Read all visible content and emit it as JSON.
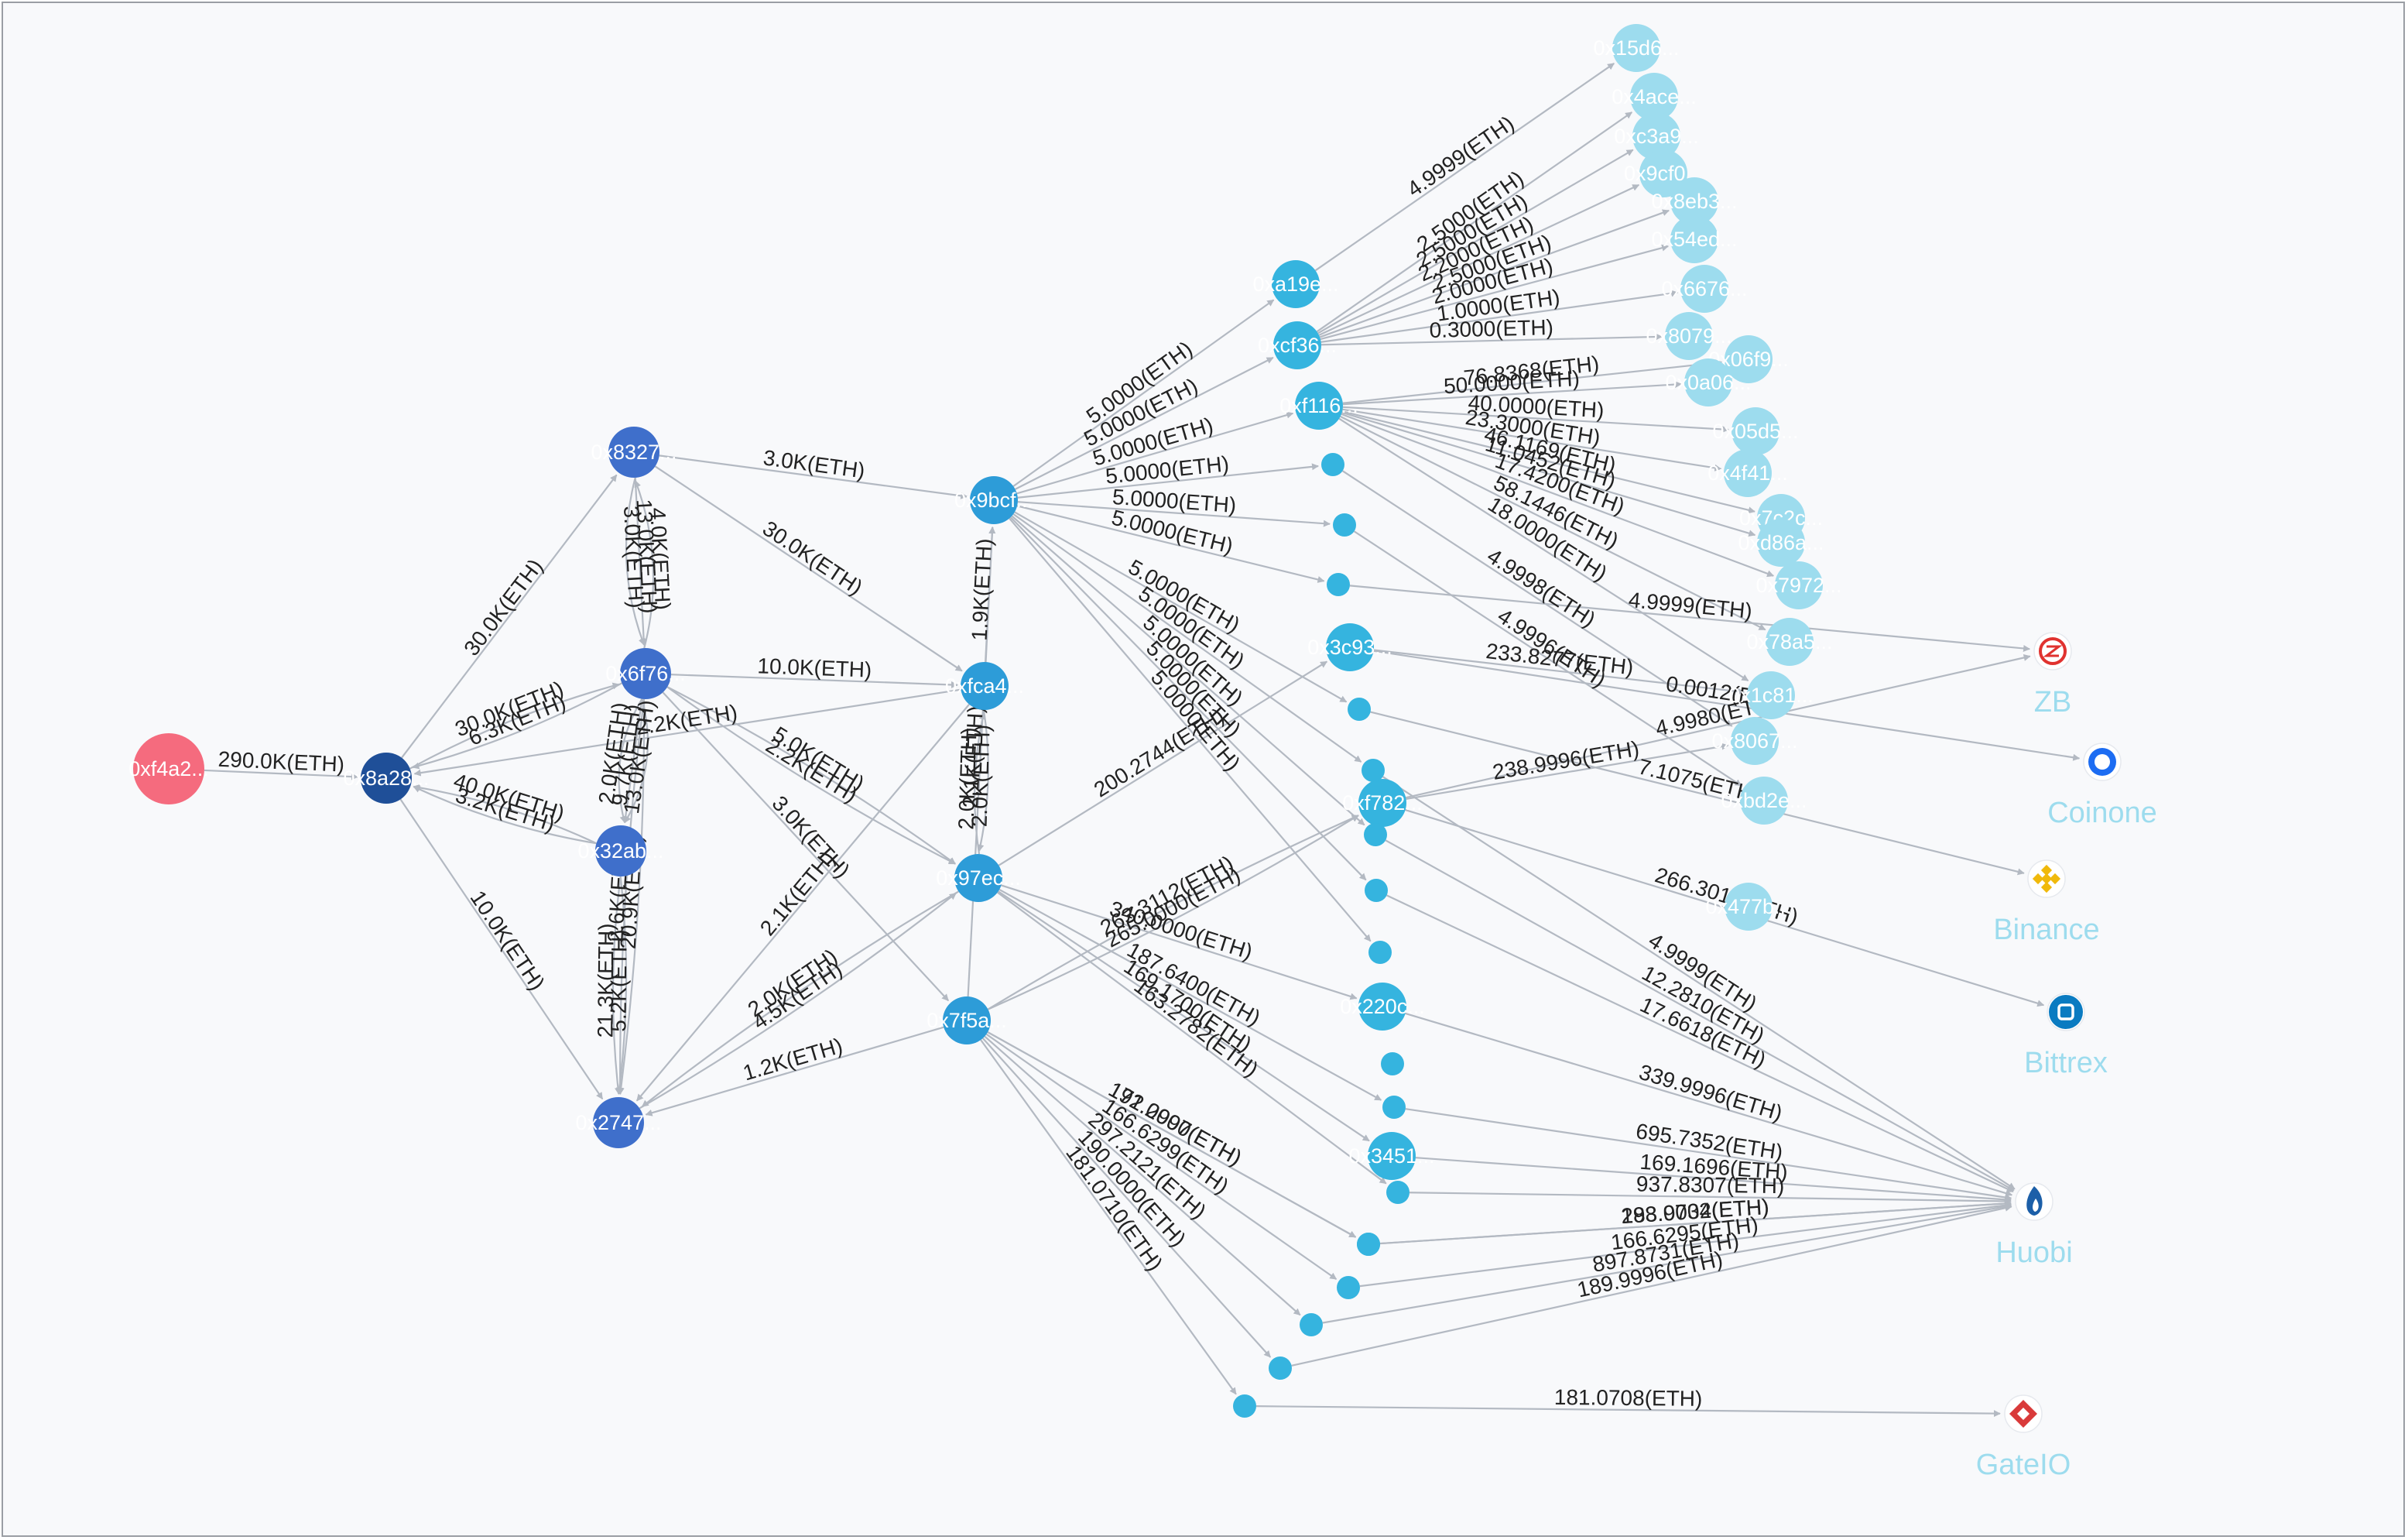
{
  "colors": {
    "source": "#f56b7e",
    "hub": "#1f4f98",
    "l1": "#3f6fcb",
    "l2": "#2d9cd8",
    "l3": "#35b4df",
    "leaf": "#9ddcee",
    "exchange_label": "#9ddcee",
    "edge": "#b3b9c2"
  },
  "nodes": [
    {
      "id": "src",
      "label": "0xf4a2...",
      "kind": "source"
    },
    {
      "id": "hub",
      "label": "0x8a28...",
      "kind": "hub"
    },
    {
      "id": "n8327",
      "label": "0x8327...",
      "kind": "l1"
    },
    {
      "id": "n6f76",
      "label": "0x6f76...",
      "kind": "l1"
    },
    {
      "id": "n32ab",
      "label": "0x32ab...",
      "kind": "l1"
    },
    {
      "id": "n2747",
      "label": "0x2747...",
      "kind": "l1"
    },
    {
      "id": "n9bcf",
      "label": "0x9bcf...",
      "kind": "l2"
    },
    {
      "id": "nfca4",
      "label": "0xfca4...",
      "kind": "l2"
    },
    {
      "id": "n97ec",
      "label": "0x97ec...",
      "kind": "l2"
    },
    {
      "id": "n7f5a",
      "label": "0x7f5a...",
      "kind": "l2"
    },
    {
      "id": "na19e",
      "label": "0xa19e...",
      "kind": "l3"
    },
    {
      "id": "ncf36",
      "label": "0xcf36...",
      "kind": "l3"
    },
    {
      "id": "nf116",
      "label": "0xf116...",
      "kind": "l3"
    },
    {
      "id": "n3c93",
      "label": "0x3c93...",
      "kind": "l3"
    },
    {
      "id": "nf782",
      "label": "0xf782...",
      "kind": "l3"
    },
    {
      "id": "n220c",
      "label": "0x220c...",
      "kind": "l3"
    },
    {
      "id": "n3451",
      "label": "0x3451...",
      "kind": "l3"
    },
    {
      "id": "l15d6",
      "label": "0x15d6...",
      "kind": "leaf"
    },
    {
      "id": "l4ace",
      "label": "0x4ace...",
      "kind": "leaf"
    },
    {
      "id": "lc3a9",
      "label": "0xc3a9...",
      "kind": "leaf"
    },
    {
      "id": "l9cf0",
      "label": "0x9cf0...",
      "kind": "leaf"
    },
    {
      "id": "l8eb3",
      "label": "0x8eb3...",
      "kind": "leaf"
    },
    {
      "id": "l54ed",
      "label": "0x54ed...",
      "kind": "leaf"
    },
    {
      "id": "l6676",
      "label": "0x6676...",
      "kind": "leaf"
    },
    {
      "id": "l8079",
      "label": "0x8079...",
      "kind": "leaf"
    },
    {
      "id": "l06f9",
      "label": "0x06f9...",
      "kind": "leaf"
    },
    {
      "id": "l0a06",
      "label": "0x0a06...",
      "kind": "leaf"
    },
    {
      "id": "l05d5",
      "label": "0x05d5...",
      "kind": "leaf"
    },
    {
      "id": "l4f41",
      "label": "0x4f41...",
      "kind": "leaf"
    },
    {
      "id": "l7c2c",
      "label": "0x7c2c...",
      "kind": "leaf"
    },
    {
      "id": "ld86a",
      "label": "0xd86a...",
      "kind": "leaf"
    },
    {
      "id": "l7972",
      "label": "0x7972...",
      "kind": "leaf"
    },
    {
      "id": "l78a5",
      "label": "0x78a5...",
      "kind": "leaf"
    },
    {
      "id": "l1c81",
      "label": "0x1c81...",
      "kind": "leaf"
    },
    {
      "id": "l8067",
      "label": "0x8067...",
      "kind": "leaf"
    },
    {
      "id": "lbd2e",
      "label": "0xbd2e...",
      "kind": "leaf"
    },
    {
      "id": "l477b",
      "label": "0x477b...",
      "kind": "leaf"
    },
    {
      "id": "d1",
      "label": "",
      "kind": "dot"
    },
    {
      "id": "d2",
      "label": "",
      "kind": "dot"
    },
    {
      "id": "d3",
      "label": "",
      "kind": "dot"
    },
    {
      "id": "d4",
      "label": "",
      "kind": "dot"
    },
    {
      "id": "d5",
      "label": "",
      "kind": "dot"
    },
    {
      "id": "d6",
      "label": "",
      "kind": "dot"
    },
    {
      "id": "d7",
      "label": "",
      "kind": "dot"
    },
    {
      "id": "d8",
      "label": "",
      "kind": "dot"
    },
    {
      "id": "d9",
      "label": "",
      "kind": "dot"
    },
    {
      "id": "d10",
      "label": "",
      "kind": "dot"
    },
    {
      "id": "d11",
      "label": "",
      "kind": "dot"
    },
    {
      "id": "d12",
      "label": "",
      "kind": "dot"
    },
    {
      "id": "d13",
      "label": "",
      "kind": "dot"
    },
    {
      "id": "d14",
      "label": "",
      "kind": "dot"
    },
    {
      "id": "d15",
      "label": "",
      "kind": "dot"
    },
    {
      "id": "d16",
      "label": "",
      "kind": "dot"
    },
    {
      "id": "d17",
      "label": "",
      "kind": "dot"
    },
    {
      "id": "ZB",
      "label": "ZB",
      "kind": "exchange",
      "icon": "zb-logo-icon",
      "icon_color": "#e0322f"
    },
    {
      "id": "Coinone",
      "label": "Coinone",
      "kind": "exchange",
      "icon": "coinone-logo-icon",
      "icon_color": "#1c6cf2"
    },
    {
      "id": "Binance",
      "label": "Binance",
      "kind": "exchange",
      "icon": "binance-logo-icon",
      "icon_color": "#f0b90b"
    },
    {
      "id": "Bittrex",
      "label": "Bittrex",
      "kind": "exchange",
      "icon": "bittrex-logo-icon",
      "icon_color": "#0a7bc1"
    },
    {
      "id": "Huobi",
      "label": "Huobi",
      "kind": "exchange",
      "icon": "huobi-logo-icon",
      "icon_color": "#1c5fa8"
    },
    {
      "id": "GateIO",
      "label": "GateIO",
      "kind": "exchange",
      "icon": "gateio-logo-icon",
      "icon_color": "#d93a3a"
    }
  ],
  "edges": [
    {
      "from": "src",
      "to": "hub",
      "label": "290.0K(ETH)"
    },
    {
      "from": "hub",
      "to": "n8327",
      "label": "30.0K(ETH)"
    },
    {
      "from": "hub",
      "to": "n6f76",
      "label": "30.0K(ETH)"
    },
    {
      "from": "n6f76",
      "to": "hub",
      "label": "6.3K(ETH)"
    },
    {
      "from": "n32ab",
      "to": "hub",
      "label": "40.0K(ETH)"
    },
    {
      "from": "n32ab",
      "to": "hub",
      "label": "3.2K(ETH)"
    },
    {
      "from": "hub",
      "to": "n2747",
      "label": "10.0K(ETH)"
    },
    {
      "from": "n8327",
      "to": "n9bcf",
      "label": "3.0K(ETH)"
    },
    {
      "from": "n8327",
      "to": "nfca4",
      "label": "30.0K(ETH)"
    },
    {
      "from": "n8327",
      "to": "n6f76",
      "label": "3.0K(ETH)"
    },
    {
      "from": "n8327",
      "to": "n6f76",
      "label": "13.0K(ETH)"
    },
    {
      "from": "n6f76",
      "to": "n8327",
      "label": "4.0K(ETH)"
    },
    {
      "from": "n6f76",
      "to": "nfca4",
      "label": "10.0K(ETH)"
    },
    {
      "from": "n6f76",
      "to": "n97ec",
      "label": "5.0K(ETH)"
    },
    {
      "from": "nfca4",
      "to": "hub",
      "label": "2.2K(ETH)"
    },
    {
      "from": "n6f76",
      "to": "n32ab",
      "label": "2.0K(ETH)"
    },
    {
      "from": "n6f76",
      "to": "n32ab",
      "label": "9.7K(ETH)"
    },
    {
      "from": "n6f76",
      "to": "n32ab",
      "label": "13.0K(ETH)"
    },
    {
      "from": "n6f76",
      "to": "n97ec",
      "label": "2.2K(ETH)"
    },
    {
      "from": "n6f76",
      "to": "n7f5a",
      "label": "3.0K(ETH)"
    },
    {
      "from": "n32ab",
      "to": "n2747",
      "label": "21.3K(ETH)"
    },
    {
      "from": "n32ab",
      "to": "n2747",
      "label": "5.2K(ETH)"
    },
    {
      "from": "n6f76",
      "to": "n2747",
      "label": "2.6K(ETH)"
    },
    {
      "from": "n6f76",
      "to": "n2747",
      "label": "20.9K(ETH)"
    },
    {
      "from": "nfca4",
      "to": "n2747",
      "label": "2.1K(ETH)"
    },
    {
      "from": "n97ec",
      "to": "n2747",
      "label": "2.0K(ETH)"
    },
    {
      "from": "n7f5a",
      "to": "n2747",
      "label": "1.2K(ETH)"
    },
    {
      "from": "n2747",
      "to": "n97ec",
      "label": "4.5K(ETH)"
    },
    {
      "from": "n7f5a",
      "to": "n9bcf",
      "label": "2.1K(ETH)"
    },
    {
      "from": "nfca4",
      "to": "n9bcf",
      "label": "1.9K(ETH)"
    },
    {
      "from": "n97ec",
      "to": "nfca4",
      "label": "2.0K(ETH)"
    },
    {
      "from": "nfca4",
      "to": "n97ec",
      "label": "2.0K(ETH)"
    },
    {
      "from": "n97ec",
      "to": "n3c93",
      "label": "200.2744(ETH)"
    },
    {
      "from": "n97ec",
      "to": "n220c",
      "label": "340.0000(ETH)"
    },
    {
      "from": "n7f5a",
      "to": "nf782",
      "label": "263.3112(ETH)"
    },
    {
      "from": "n7f5a",
      "to": "nf782",
      "label": "265.0000(ETH)"
    },
    {
      "from": "n97ec",
      "to": "d11",
      "label": "187.6400(ETH)"
    },
    {
      "from": "n97ec",
      "to": "d12",
      "label": "163.2782(ETH)"
    },
    {
      "from": "n97ec",
      "to": "n3451",
      "label": "169.1700(ETH)"
    },
    {
      "from": "n9bcf",
      "to": "na19e",
      "label": "5.0000(ETH)"
    },
    {
      "from": "n9bcf",
      "to": "ncf36",
      "label": "5.0000(ETH)"
    },
    {
      "from": "n9bcf",
      "to": "nf116",
      "label": "5.0000(ETH)"
    },
    {
      "from": "n9bcf",
      "to": "d1",
      "label": "5.0000(ETH)"
    },
    {
      "from": "n9bcf",
      "to": "d2",
      "label": "5.0000(ETH)"
    },
    {
      "from": "n9bcf",
      "to": "d3",
      "label": "5.0000(ETH)"
    },
    {
      "from": "n9bcf",
      "to": "d4",
      "label": "5.0000(ETH)"
    },
    {
      "from": "n9bcf",
      "to": "d5",
      "label": "5.0000(ETH)"
    },
    {
      "from": "n9bcf",
      "to": "d6",
      "label": "5.0000(ETH)"
    },
    {
      "from": "n9bcf",
      "to": "d7",
      "label": "5.0000(ETH)"
    },
    {
      "from": "n9bcf",
      "to": "d8",
      "label": "5.0000(ETH)"
    },
    {
      "from": "na19e",
      "to": "l15d6",
      "label": "4.9999(ETH)"
    },
    {
      "from": "ncf36",
      "to": "l4ace",
      "label": "2.5000(ETH)"
    },
    {
      "from": "ncf36",
      "to": "lc3a9",
      "label": "2.5000(ETH)"
    },
    {
      "from": "ncf36",
      "to": "l9cf0",
      "label": "2.2000(ETH)"
    },
    {
      "from": "ncf36",
      "to": "l8eb3",
      "label": "2.5000(ETH)"
    },
    {
      "from": "ncf36",
      "to": "l54ed",
      "label": "2.0000(ETH)"
    },
    {
      "from": "ncf36",
      "to": "l6676",
      "label": "1.0000(ETH)"
    },
    {
      "from": "ncf36",
      "to": "l8079",
      "label": "0.3000(ETH)"
    },
    {
      "from": "nf116",
      "to": "l06f9",
      "label": "76.8368(ETH)"
    },
    {
      "from": "nf116",
      "to": "l0a06",
      "label": "50.0000(ETH)"
    },
    {
      "from": "nf116",
      "to": "l05d5",
      "label": "40.0000(ETH)"
    },
    {
      "from": "nf116",
      "to": "l4f41",
      "label": "23.3000(ETH)"
    },
    {
      "from": "nf116",
      "to": "l7c2c",
      "label": "46.1169(ETH)"
    },
    {
      "from": "nf116",
      "to": "ld86a",
      "label": "11.0452(ETH)"
    },
    {
      "from": "nf116",
      "to": "l7972",
      "label": "17.4200(ETH)"
    },
    {
      "from": "nf116",
      "to": "l78a5",
      "label": "58.1446(ETH)"
    },
    {
      "from": "nf116",
      "to": "l1c81",
      "label": "18.0000(ETH)"
    },
    {
      "from": "d3",
      "to": "ZB",
      "label": "4.9999(ETH)"
    },
    {
      "from": "d1",
      "to": "l8067",
      "label": "4.9998(ETH)"
    },
    {
      "from": "d2",
      "to": "lbd2e",
      "label": "4.9996(ETH)"
    },
    {
      "from": "n3c93",
      "to": "Coinone",
      "label": "0.0012(ETH)"
    },
    {
      "from": "n3c93",
      "to": "l1c81",
      "label": "233.8277(ETH)"
    },
    {
      "from": "nf782",
      "to": "ZB",
      "label": "4.9980(ETH)"
    },
    {
      "from": "nf782",
      "to": "l8067",
      "label": "238.9996(ETH)"
    },
    {
      "from": "d4",
      "to": "Binance",
      "label": "7.1075(ETH)"
    },
    {
      "from": "nf782",
      "to": "Bittrex",
      "label": "266.3012(ETH)"
    },
    {
      "from": "d5",
      "to": "Huobi",
      "label": "4.9999(ETH)"
    },
    {
      "from": "d6",
      "to": "Huobi",
      "label": "12.2810(ETH)"
    },
    {
      "from": "d7",
      "to": "Huobi",
      "label": "17.6618(ETH)"
    },
    {
      "from": "n220c",
      "to": "Huobi",
      "label": "339.9996(ETH)"
    },
    {
      "from": "d11",
      "to": "Huobi",
      "label": "695.7352(ETH)"
    },
    {
      "from": "d12",
      "to": "Huobi",
      "label": "937.8307(ETH)"
    },
    {
      "from": "n3451",
      "to": "Huobi",
      "label": "169.1696(ETH)"
    },
    {
      "from": "d13",
      "to": "Huobi",
      "label": "183.9002(ETH)"
    },
    {
      "from": "d14",
      "to": "Huobi",
      "label": "298.0734(ETH)"
    },
    {
      "from": "d15",
      "to": "Huobi",
      "label": "166.6295(ETH)"
    },
    {
      "from": "d16",
      "to": "Huobi",
      "label": "897.8731(ETH)"
    },
    {
      "from": "d17",
      "to": "Huobi",
      "label": "189.9996(ETH)"
    },
    {
      "from": "n7f5a",
      "to": "d13",
      "label": "172.2997(ETH)"
    },
    {
      "from": "n7f5a",
      "to": "d14",
      "label": "191.0000(ETH)"
    },
    {
      "from": "n7f5a",
      "to": "d15",
      "label": "166.6299(ETH)"
    },
    {
      "from": "n7f5a",
      "to": "d16",
      "label": "297.2121(ETH)"
    },
    {
      "from": "n7f5a",
      "to": "d17",
      "label": "190.0000(ETH)"
    },
    {
      "from": "n7f5a",
      "to": "d10",
      "label": "181.0710(ETH)"
    },
    {
      "from": "d10",
      "to": "GateIO",
      "label": "181.0708(ETH)"
    }
  ]
}
